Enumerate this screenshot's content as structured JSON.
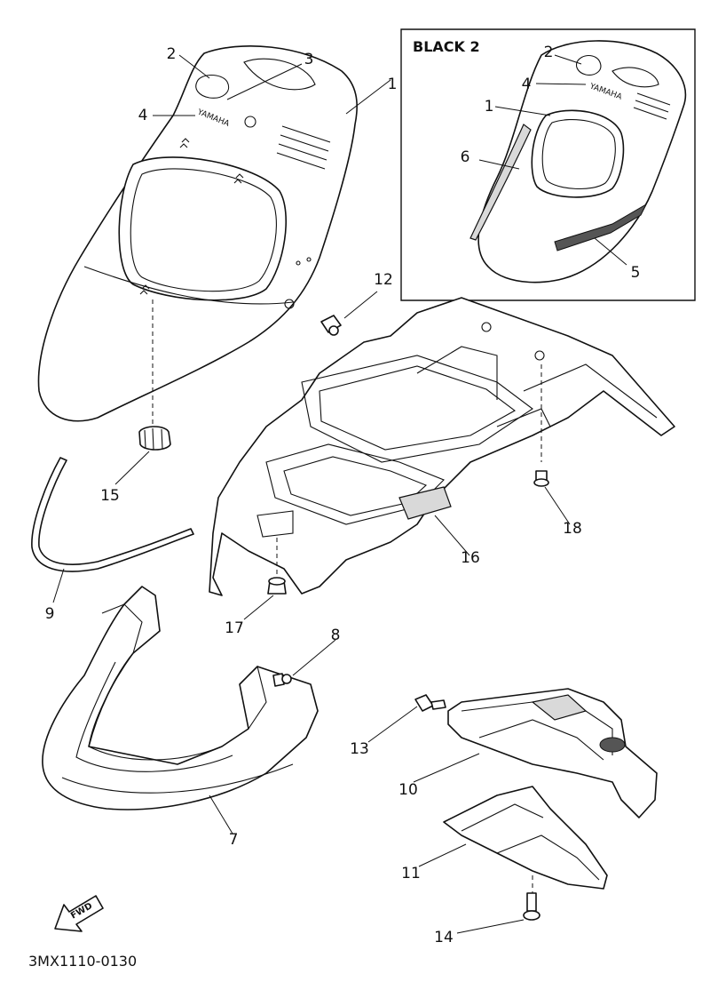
{
  "inset": {
    "title": "BLACK 2"
  },
  "brand_text": "YAMAHA",
  "fwd_label": "FWD",
  "diagram_code": "3MX1110-0130",
  "callouts": {
    "c1": "1",
    "c2": "2",
    "c3": "3",
    "c4": "4",
    "c7": "7",
    "c8": "8",
    "c9": "9",
    "c10": "10",
    "c11": "11",
    "c12": "12",
    "c13": "13",
    "c14": "14",
    "c15": "15",
    "c16": "16",
    "c17": "17",
    "c18": "18"
  },
  "inset_callouts": {
    "c1": "1",
    "c2": "2",
    "c4": "4",
    "c5": "5",
    "c6": "6"
  }
}
